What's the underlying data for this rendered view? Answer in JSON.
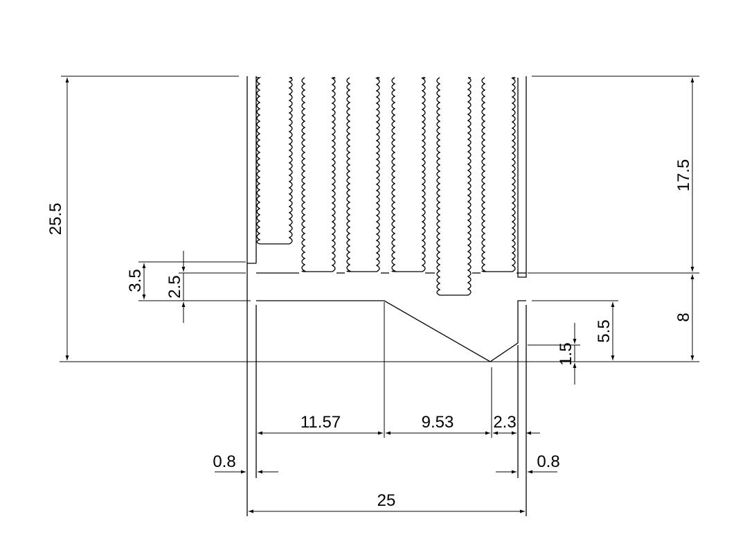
{
  "colors": {
    "line": "#000000",
    "background": "#ffffff"
  },
  "dimensions": {
    "overall_height": "25.5",
    "fin_height": "17.5",
    "base_height": "8",
    "slot_depth": "3.5",
    "step_height": "2.5",
    "groove_depth": "5.5",
    "notch_depth": "1.5",
    "flat_width": "11.57",
    "slope_width": "9.53",
    "notch_width": "2.3",
    "left_wall": "0.8",
    "right_wall": "0.8",
    "overall_width": "25"
  }
}
